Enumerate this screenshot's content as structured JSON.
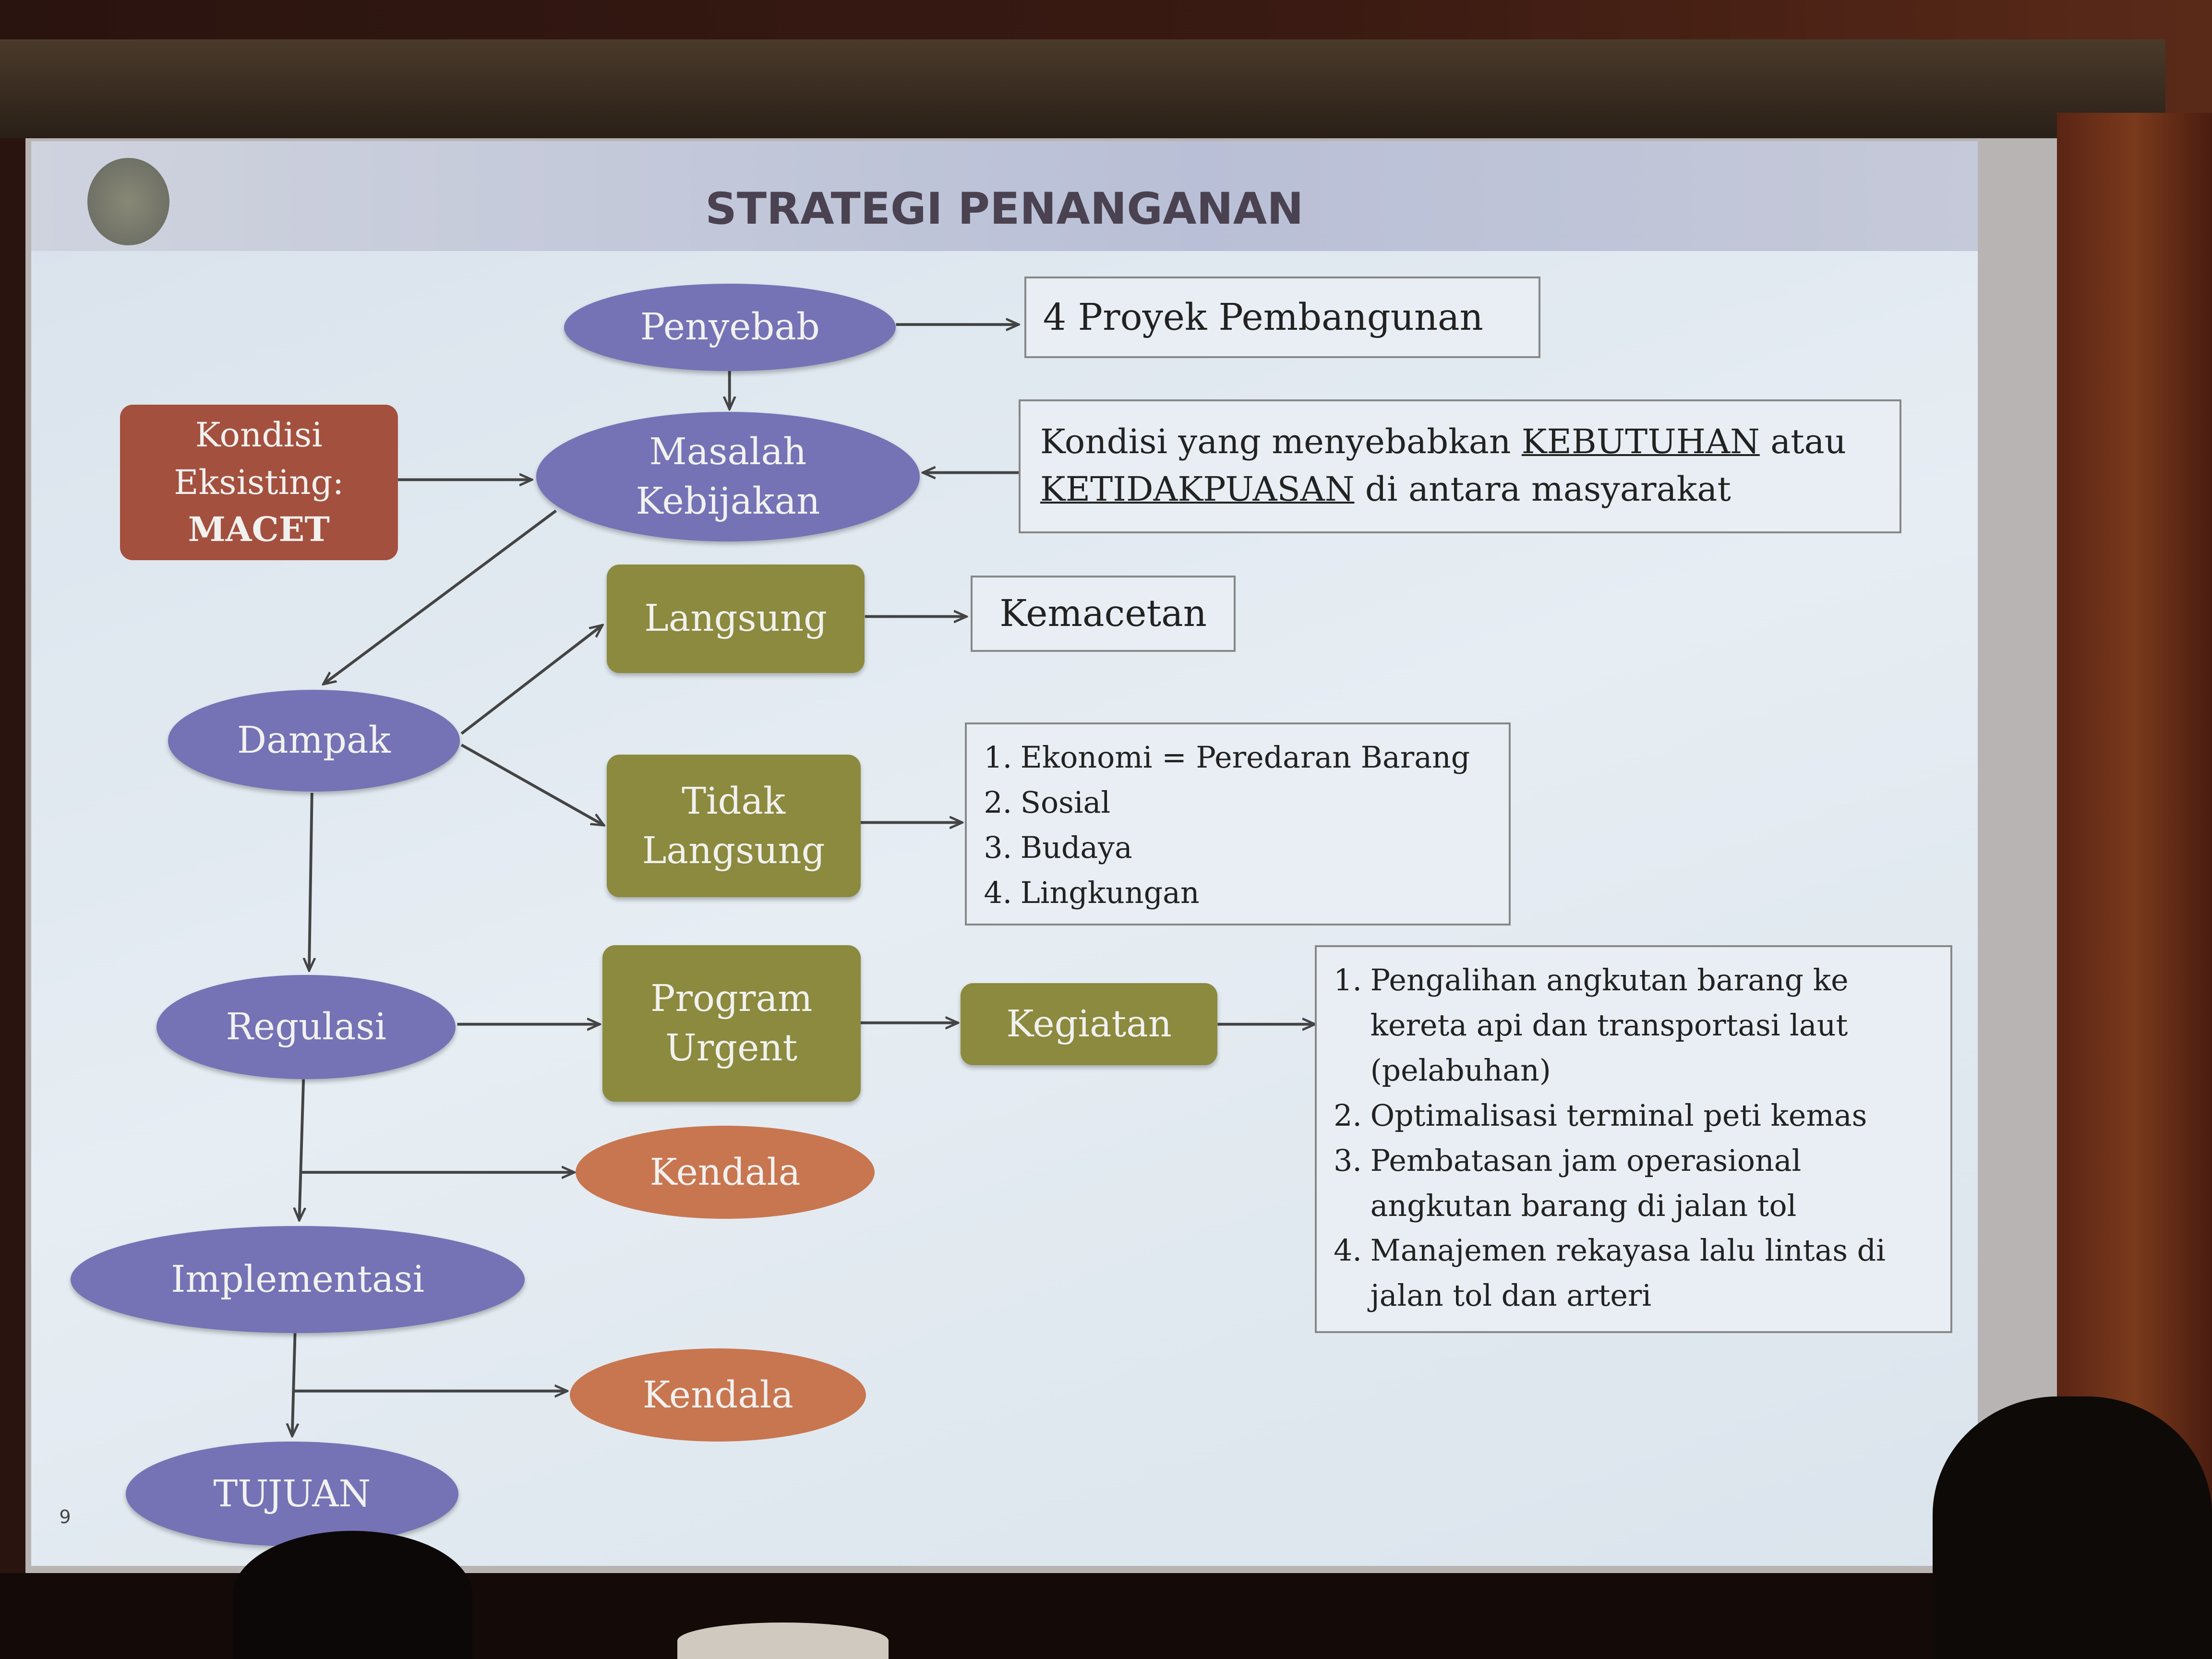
{
  "slide": {
    "title": "STRATEGI PENANGANAN",
    "page_number": "9",
    "nodes": {
      "penyebab": "Penyebab",
      "masalah_line1": "Masalah",
      "masalah_line2": "Kebijakan",
      "kondisi_line1": "Kondisi",
      "kondisi_line2": "Eksisting:",
      "kondisi_line3": "MACET",
      "dampak": "Dampak",
      "langsung": "Langsung",
      "tidak_line1": "Tidak",
      "tidak_line2": "Langsung",
      "regulasi": "Regulasi",
      "program_line1": "Program",
      "program_line2": "Urgent",
      "kegiatan": "Kegiatan",
      "kendala1": "Kendala",
      "implementasi": "Implementasi",
      "kendala2": "Kendala",
      "tujuan": "TUJUAN"
    },
    "boxes": {
      "proyek": "4 Proyek Pembangunan",
      "kondisi_text_a": "Kondisi yang menyebabkan ",
      "kondisi_text_b": "KEBUTUHAN",
      "kondisi_text_c": " atau",
      "kondisi_text_d": "KETIDAKPUASAN",
      "kondisi_text_e": " di antara masyarakat",
      "kemacetan": "Kemacetan",
      "dampak_list": [
        "Ekonomi = Peredaran Barang",
        "Sosial",
        "Budaya",
        "Lingkungan"
      ],
      "kegiatan_list": [
        "Pengalihan angkutan barang ke kereta api dan transportasi laut (pelabuhan)",
        "Optimalisasi terminal peti kemas",
        "Pembatasan jam operasional angkutan barang di jalan tol",
        "Manajemen rekayasa lalu lintas di jalan tol dan arteri"
      ],
      "list_numbers": [
        "1.",
        "2.",
        "3.",
        "4."
      ]
    }
  },
  "colors": {
    "ellipse": "#7573b5",
    "olive": "#8b8a3e",
    "orange": "#c87650",
    "brown": "#a4503f"
  }
}
